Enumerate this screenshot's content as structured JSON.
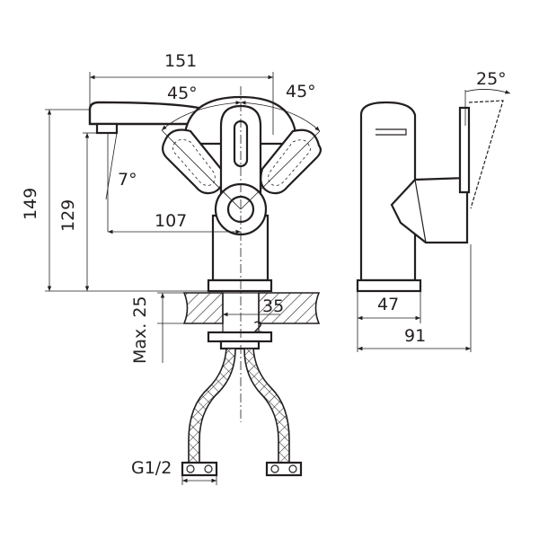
{
  "labels": {
    "width_151": "151",
    "angle_left_lever": "45°",
    "angle_right_lever": "45°",
    "angle_spout": "7°",
    "height_149": "149",
    "height_129": "129",
    "reach_107": "107",
    "deck_max": "Max. 25",
    "base_35": "35",
    "base_inner": "2",
    "thread": "G1/2",
    "side_angle": "25°",
    "side_base_47": "47",
    "side_depth_91": "91"
  },
  "icons": [
    "faucet-front-view",
    "faucet-side-view",
    "flexible-hose-icon"
  ]
}
